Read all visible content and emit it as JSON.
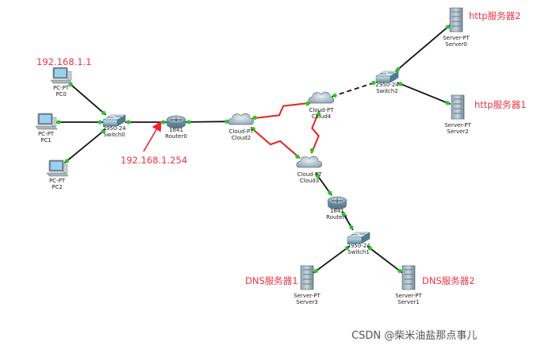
{
  "devices": [
    {
      "id": "pc0",
      "type_label": "PC-PT",
      "name": "PC0",
      "kind": "pc"
    },
    {
      "id": "pc1",
      "type_label": "PC-PT",
      "name": "PC1",
      "kind": "pc"
    },
    {
      "id": "pc2",
      "type_label": "PC-PT",
      "name": "PC2",
      "kind": "pc"
    },
    {
      "id": "switch0",
      "type_label": "2950-24",
      "name": "Switch0",
      "kind": "switch"
    },
    {
      "id": "router0",
      "type_label": "1841",
      "name": "Router0",
      "kind": "router"
    },
    {
      "id": "cloud2",
      "type_label": "Cloud-PT",
      "name": "Cloud2",
      "kind": "cloud"
    },
    {
      "id": "cloud4",
      "type_label": "Cloud-PT",
      "name": "Cloud4",
      "kind": "cloud"
    },
    {
      "id": "cloud3",
      "type_label": "Cloud-PT",
      "name": "Cloud3",
      "kind": "cloud"
    },
    {
      "id": "switch2",
      "type_label": "2950-24",
      "name": "Switch2",
      "kind": "switch"
    },
    {
      "id": "server0",
      "type_label": "Server-PT",
      "name": "Server0",
      "kind": "server"
    },
    {
      "id": "server2",
      "type_label": "Server-PT",
      "name": "Server2",
      "kind": "server"
    },
    {
      "id": "router1",
      "type_label": "1841",
      "name": "Router1",
      "kind": "router"
    },
    {
      "id": "switch1",
      "type_label": "2950-24",
      "name": "Switch1",
      "kind": "switch"
    },
    {
      "id": "server3",
      "type_label": "Server-PT",
      "name": "Server3",
      "kind": "server"
    },
    {
      "id": "server1",
      "type_label": "Server-PT",
      "name": "Server1",
      "kind": "server"
    }
  ],
  "links": [
    {
      "from": "pc0",
      "to": "switch0",
      "style": "ethernet"
    },
    {
      "from": "pc1",
      "to": "switch0",
      "style": "ethernet"
    },
    {
      "from": "pc2",
      "to": "switch0",
      "style": "ethernet"
    },
    {
      "from": "switch0",
      "to": "router0",
      "style": "ethernet"
    },
    {
      "from": "router0",
      "to": "cloud2",
      "style": "ethernet"
    },
    {
      "from": "cloud2",
      "to": "cloud4",
      "style": "serial"
    },
    {
      "from": "cloud2",
      "to": "cloud3",
      "style": "serial"
    },
    {
      "from": "cloud4",
      "to": "cloud3",
      "style": "serial"
    },
    {
      "from": "cloud4",
      "to": "switch2",
      "style": "dashed"
    },
    {
      "from": "switch2",
      "to": "server0",
      "style": "ethernet"
    },
    {
      "from": "switch2",
      "to": "server2",
      "style": "ethernet"
    },
    {
      "from": "cloud3",
      "to": "router1",
      "style": "ethernet"
    },
    {
      "from": "router1",
      "to": "switch1",
      "style": "ethernet"
    },
    {
      "from": "switch1",
      "to": "server3",
      "style": "ethernet"
    },
    {
      "from": "switch1",
      "to": "server1",
      "style": "ethernet"
    }
  ],
  "annotations": {
    "pc0_ip": "192.168.1.1",
    "router0_ip": "192.168.1.254",
    "server0_role": "http服务器2",
    "server2_role": "http服务器1",
    "server3_role": "DNS服务器1",
    "server1_role": "DNS服务器2"
  },
  "watermark": "CSDN @柴米油盐那点事儿",
  "colors": {
    "annotation": "#ee3344",
    "ethernet_link": "#111111",
    "serial_link": "#e8201c",
    "port_dot": "#22cc22"
  }
}
